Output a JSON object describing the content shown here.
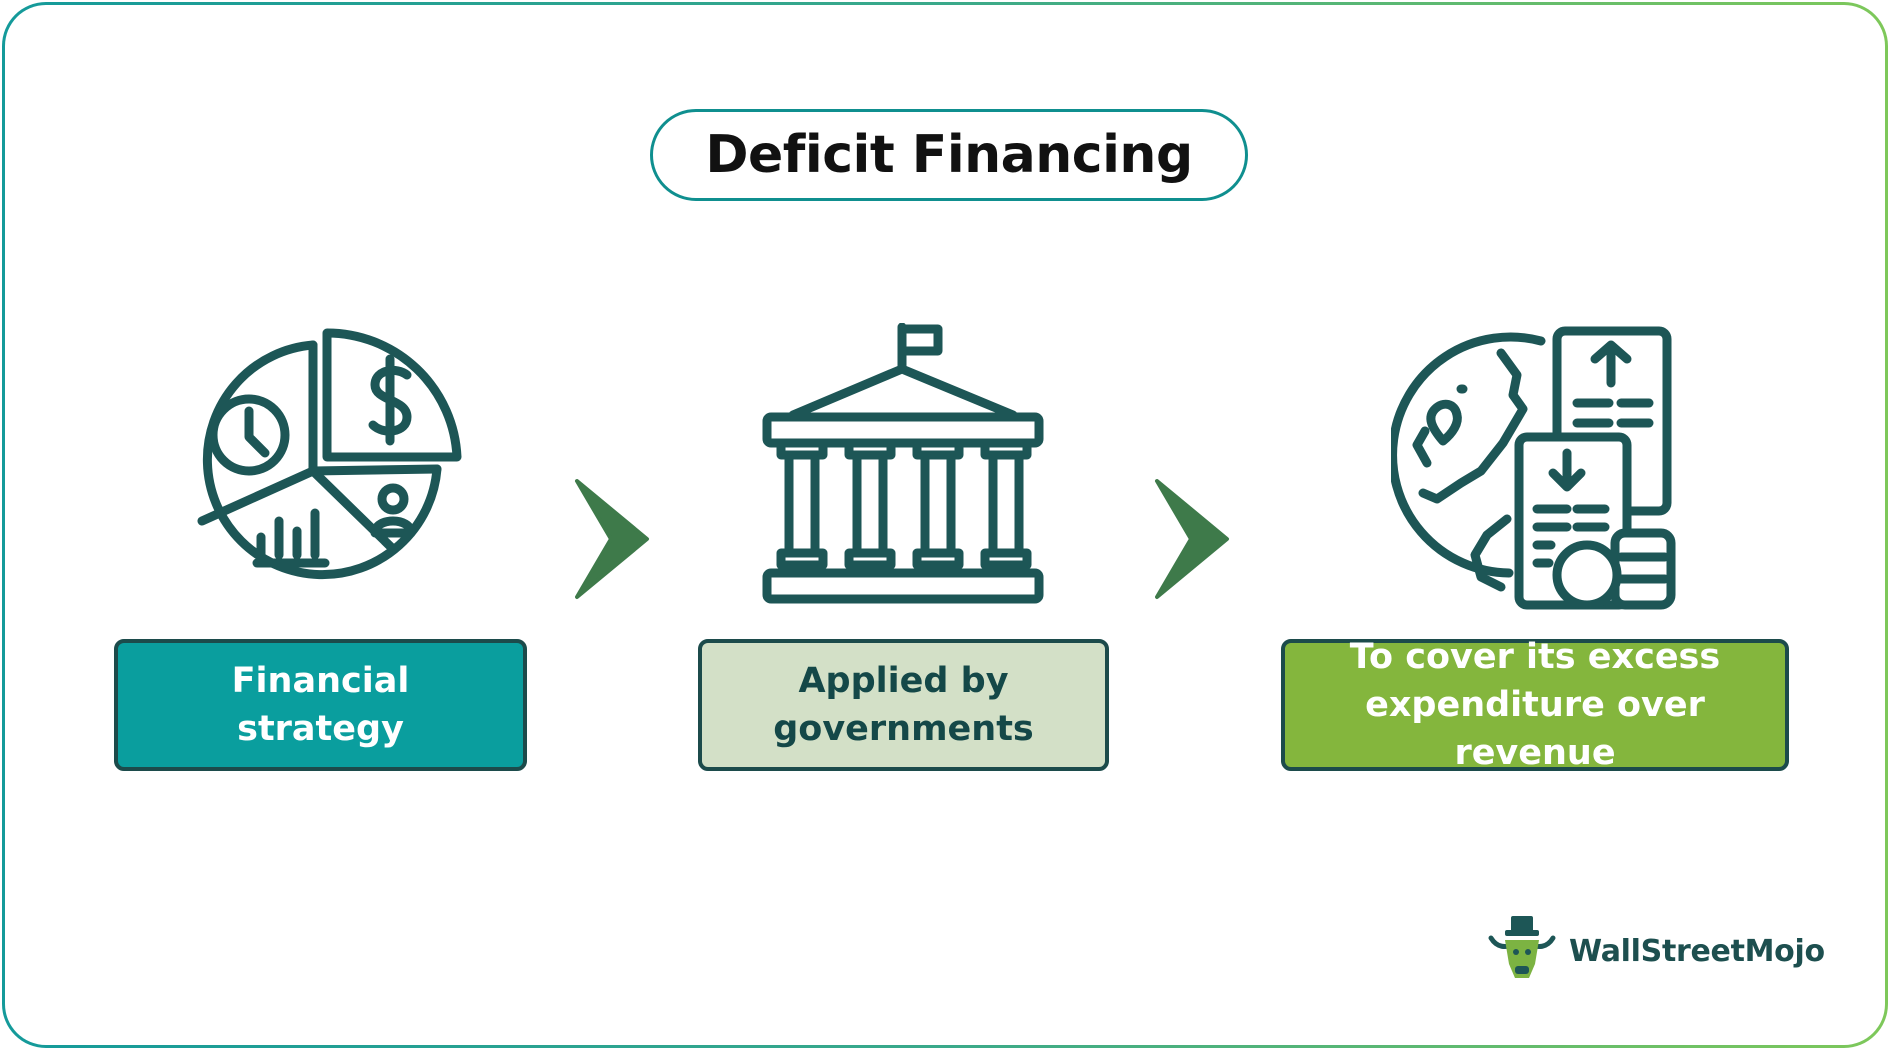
{
  "title": "Deficit Financing",
  "colors": {
    "icon_stroke": "#1d5656",
    "arrow": "#3e7a4a",
    "box1_bg": "#0a9e9e",
    "box2_bg": "#d3e0c7",
    "box3_bg": "#84b63d",
    "frame_gradient_start": "#149a9a",
    "frame_gradient_end": "#7ec85a"
  },
  "steps": [
    {
      "icon": "pie-chart-finance-icon",
      "label": "Financial\nstrategy"
    },
    {
      "icon": "government-building-icon",
      "label": "Applied by\ngovernments"
    },
    {
      "icon": "globe-documents-coins-icon",
      "label": "To cover its excess\nexpenditure over revenue"
    }
  ],
  "connectors": [
    "chevron-right-icon",
    "chevron-right-icon"
  ],
  "brand": {
    "logo_icon": "bull-logo-icon",
    "name": "WallStreetMojo"
  }
}
